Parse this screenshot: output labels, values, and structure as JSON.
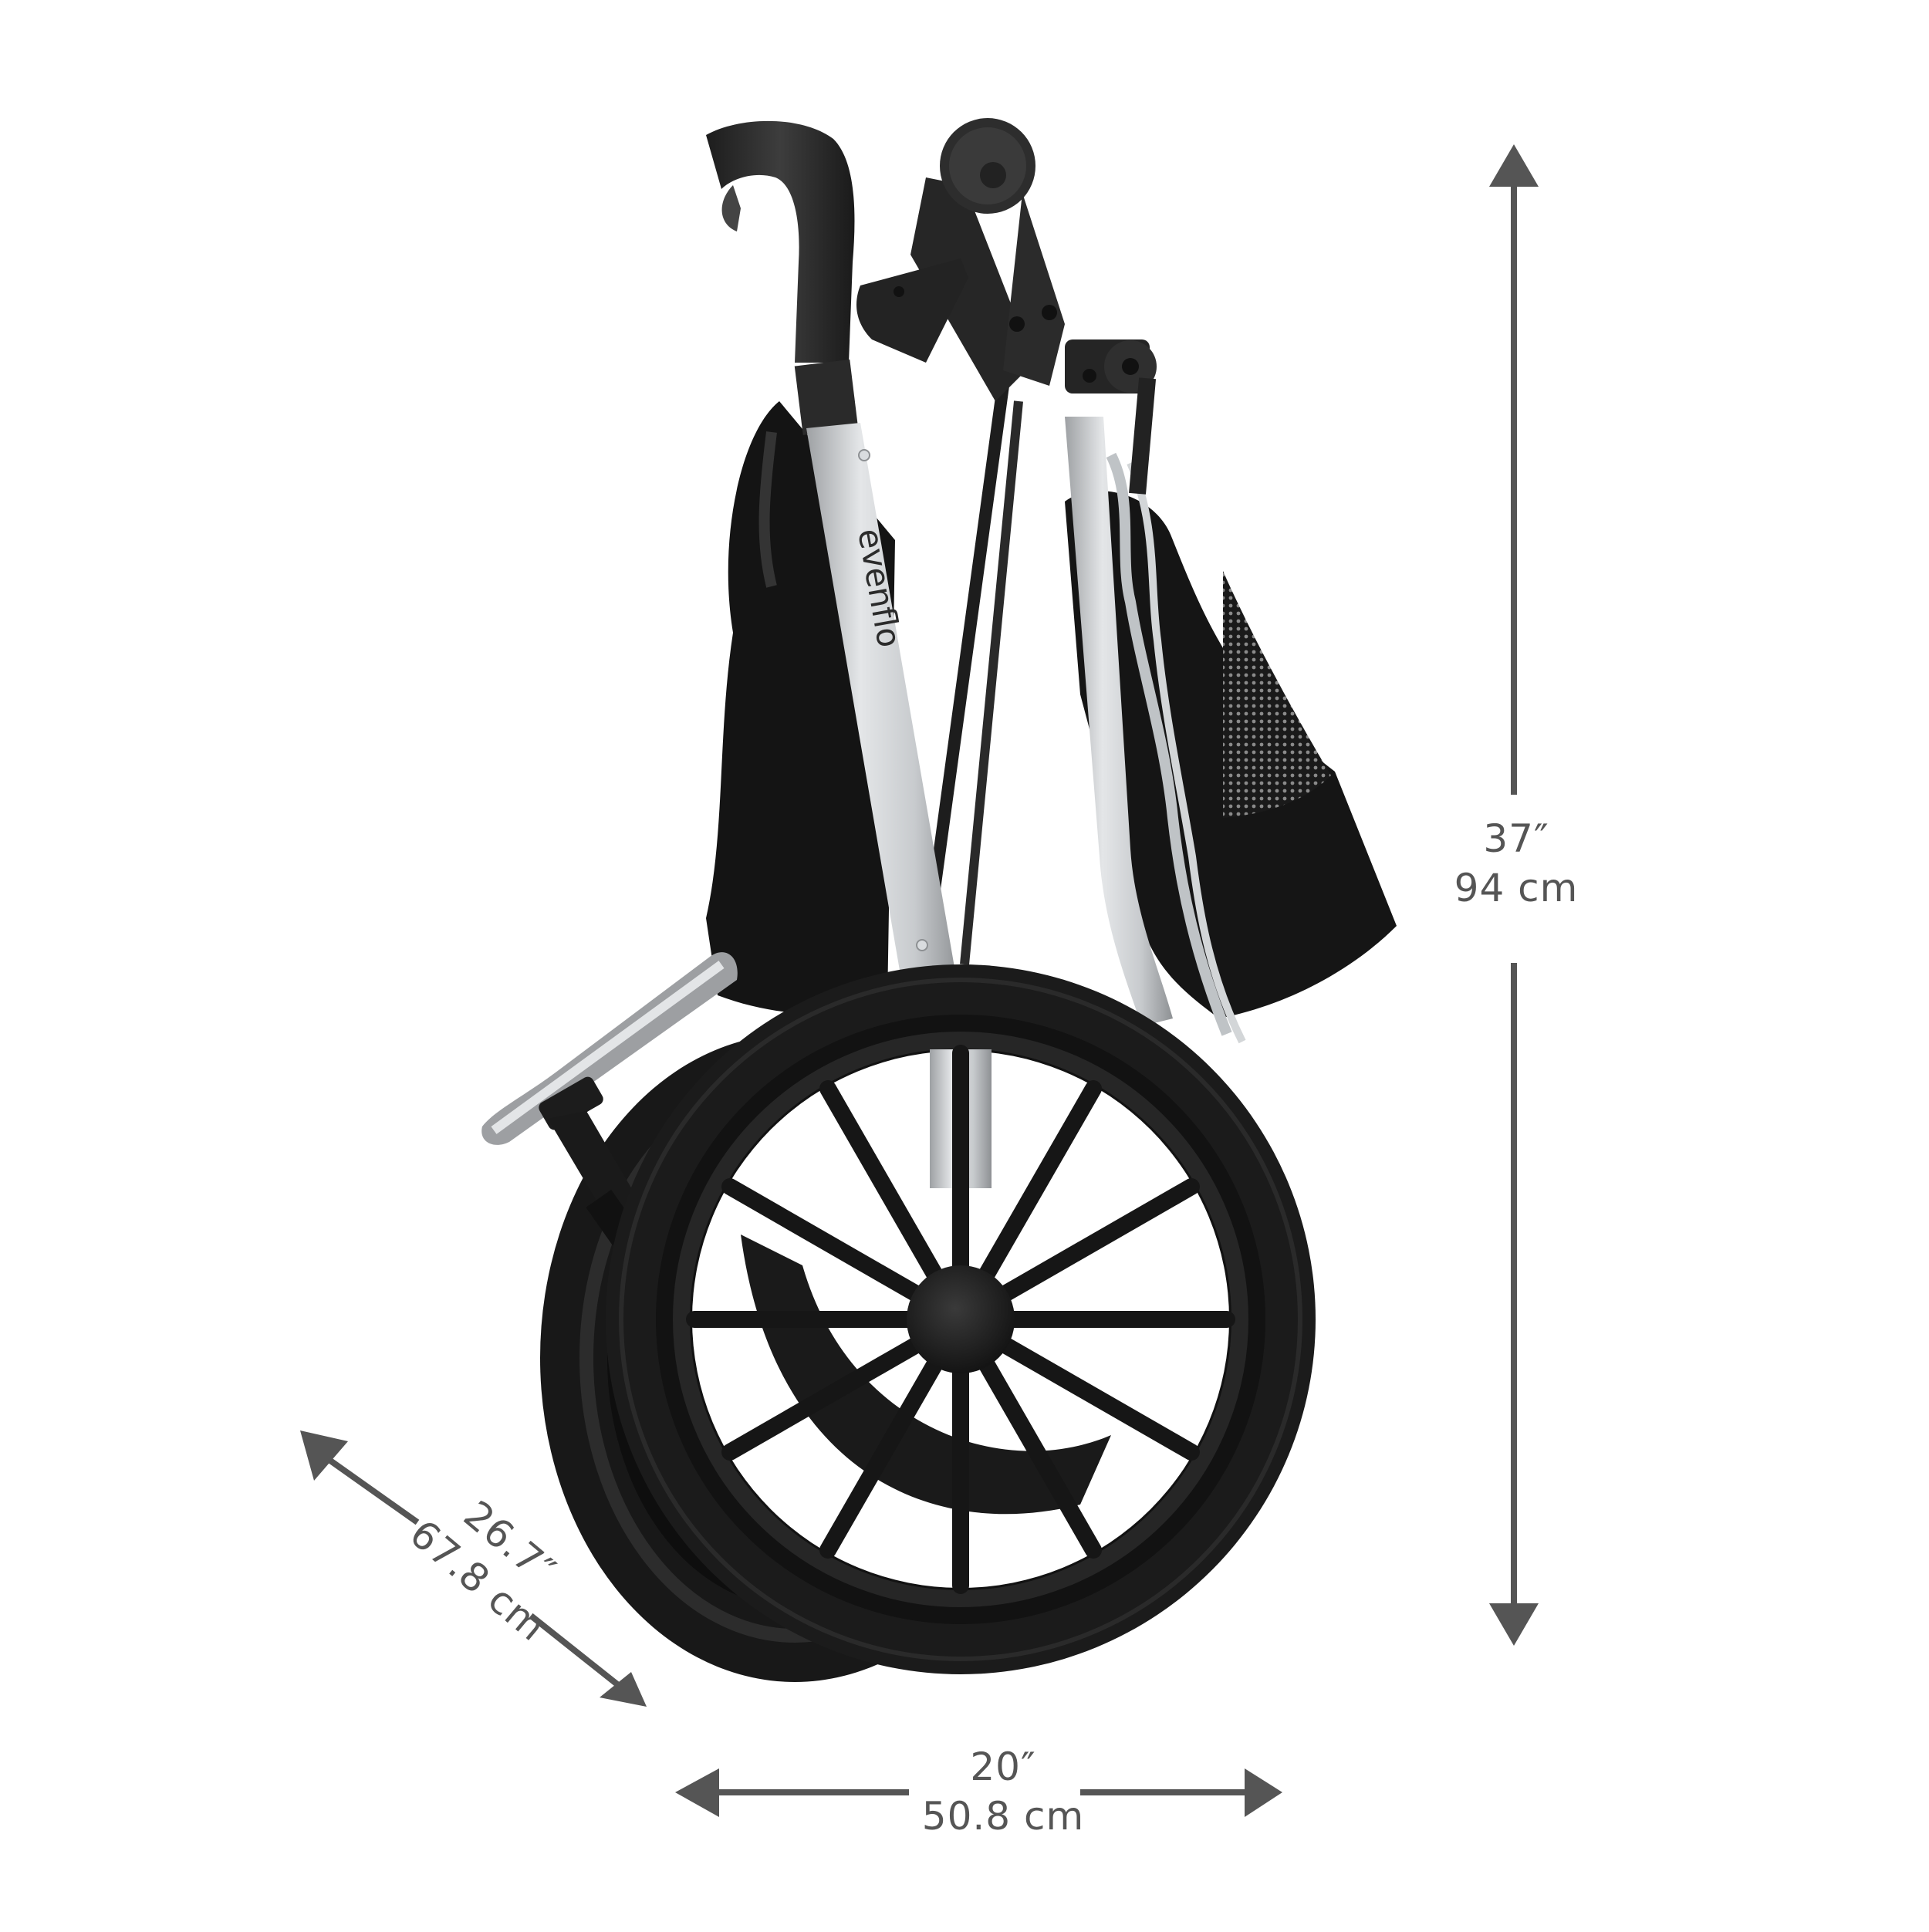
{
  "product": {
    "type": "folded jogging stroller",
    "brand_logo_text": "evenflo"
  },
  "dimensions": {
    "height": {
      "imperial": "37″",
      "metric": "94 cm"
    },
    "width": {
      "imperial": "20″",
      "metric": "50.8 cm"
    },
    "depth": {
      "imperial": "26.7″",
      "metric": "67.8 cm"
    }
  },
  "colors": {
    "background": "#ffffff",
    "arrow": "#555555",
    "label_text": "#555555",
    "frame_silver": "#c9cbcd",
    "frame_black": "#2a2a2a",
    "fabric_black": "#141414",
    "tire": "#1c1c1c",
    "reflective_trim": "#bfc3c6"
  },
  "icons": {
    "height_arrow": "double-arrow-vertical",
    "width_arrow": "double-arrow-horizontal",
    "depth_arrow": "double-arrow-diagonal"
  }
}
